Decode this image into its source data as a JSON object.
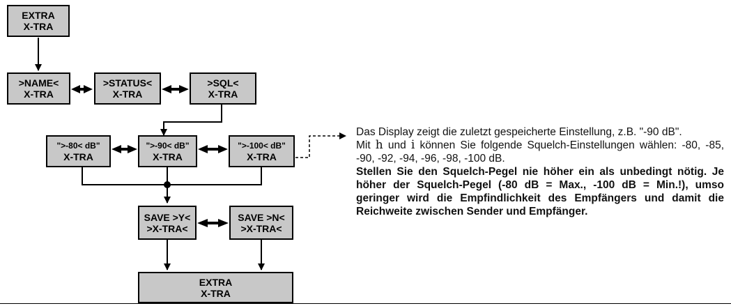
{
  "boxes": {
    "top": {
      "l1": "EXTRA",
      "l2": "X-TRA"
    },
    "name": {
      "l1": ">NAME<",
      "l2": "X-TRA"
    },
    "status": {
      "l1": ">STATUS<",
      "l2": "X-TRA"
    },
    "sql": {
      "l1": ">SQL<",
      "l2": "X-TRA"
    },
    "db80": {
      "l1": "\">-80< dB\"",
      "l2": "X-TRA"
    },
    "db90": {
      "l1": "\">-90< dB\"",
      "l2": "X-TRA"
    },
    "db100": {
      "l1": "\">-100< dB\"",
      "l2": "X-TRA"
    },
    "saveY": {
      "l1": "SAVE >Y<",
      "l2": ">X-TRA<"
    },
    "saveN": {
      "l1": "SAVE >N<",
      "l2": ">X-TRA<"
    },
    "bottom": {
      "l1": "EXTRA",
      "l2": "X-TRA"
    }
  },
  "description": {
    "p1": "Das Display zeigt die zuletzt gespeicherte Einstellung, z.B. \"-90 dB\".",
    "p2_a": "Mit ",
    "key_h": "h",
    "p2_b": " und ",
    "key_i": "i",
    "p2_c": " können Sie folgende Squelch-Einstellungen wählen: -80, -85, -90, -92, -94, -96, -98, -100 dB.",
    "p3": "Stellen Sie den Squelch-Pegel nie höher ein als unbedingt nötig. Je höher der Squelch-Pegel (-80 dB = Max., -100 dB = Min.!), umso geringer wird die Empfindlichkeit des Empfängers und damit die Reichweite zwischen Sender und Empfänger."
  }
}
